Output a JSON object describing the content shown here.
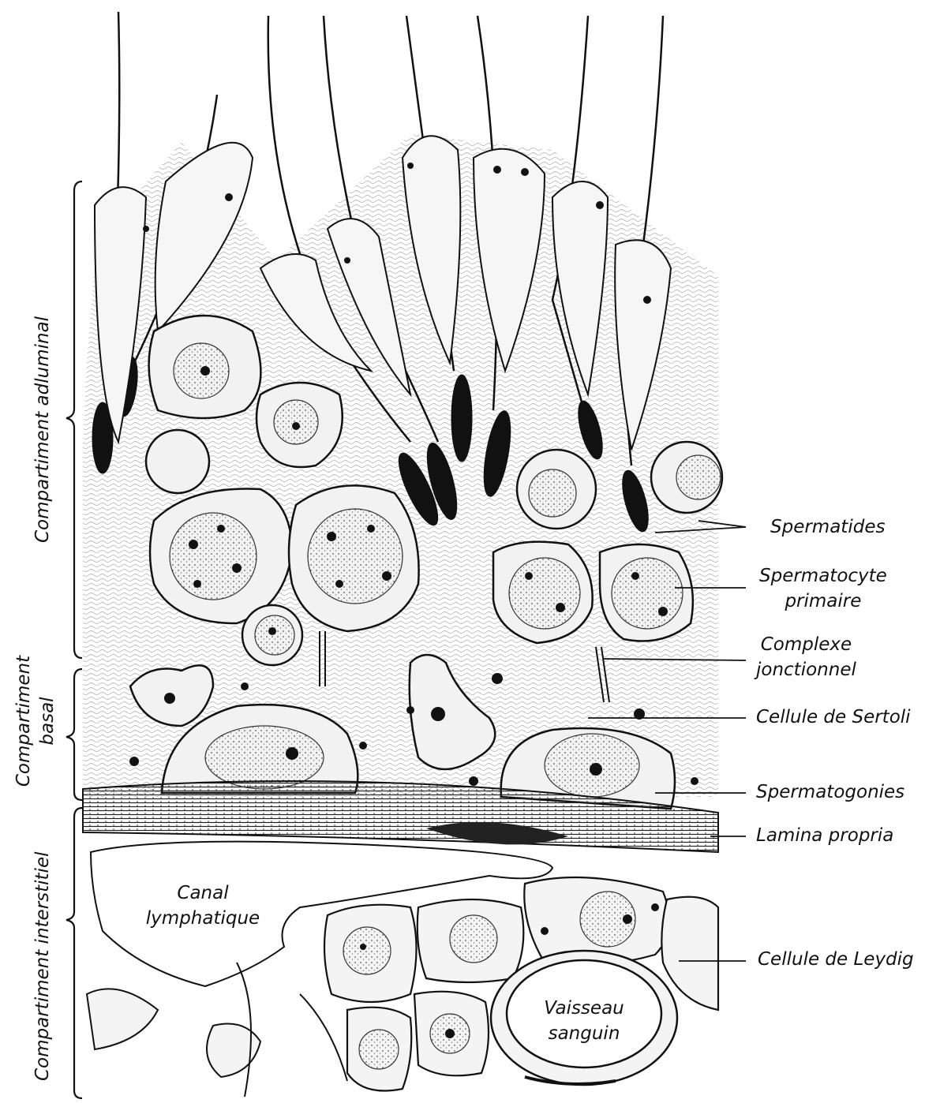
{
  "compartments": {
    "adluminal": "Compartiment adluminal",
    "basal_line1": "Compartiment",
    "basal_line2": "basal",
    "interstitiel": "Compartiment interstitiel"
  },
  "labels": {
    "spermatides": "Spermatides",
    "spermatocyte_line1": "Spermatocyte",
    "spermatocyte_line2": "primaire",
    "complexe_line1": "Complexe",
    "complexe_line2": "jonctionnel",
    "sertoli": "Cellule de Sertoli",
    "spermatogonies": "Spermatogonies",
    "lamina": "Lamina propria",
    "leydig": "Cellule de Leydig",
    "canal_line1": "Canal",
    "canal_line2": "lymphatique",
    "vaisseau_line1": "Vaisseau",
    "vaisseau_line2": "sanguin"
  },
  "colors": {
    "ink": "#111111",
    "cytoplasm": "#f1f1f1",
    "nucleus": "#e6e6e6",
    "background": "#ffffff"
  }
}
